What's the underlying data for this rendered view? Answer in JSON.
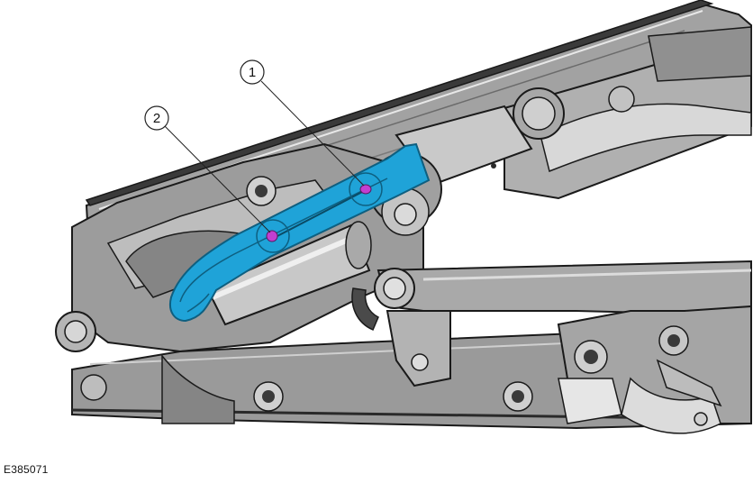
{
  "figure": {
    "code": "E385071",
    "colors": {
      "highlight": "#1fa3d8",
      "highlight_edge": "#0e5f80",
      "part": "#9a9a9a",
      "part_dark": "#4a4a4a",
      "outline": "#1a1a1a",
      "fastener_marker": "#c23fd0"
    },
    "callouts": [
      {
        "number": "1"
      },
      {
        "number": "2"
      }
    ]
  }
}
